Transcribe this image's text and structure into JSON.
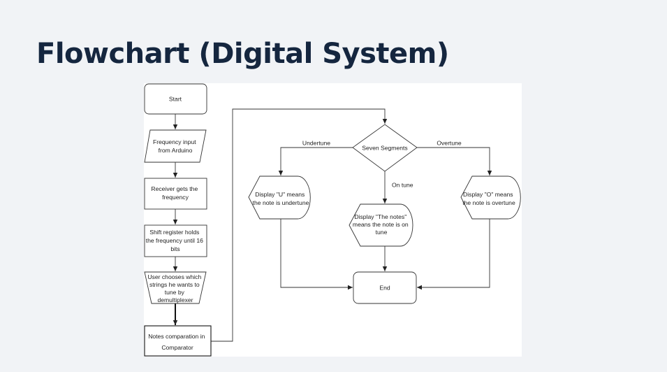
{
  "title": "Flowchart (Digital System)",
  "diagram": {
    "start": "Start",
    "freq_input": [
      "Frequency input",
      "from Arduino"
    ],
    "receiver": [
      "Receiver gets the",
      "frequency"
    ],
    "shift_register": [
      "Shift register holds",
      "the frequency until 16",
      "bits"
    ],
    "user_chooses": [
      "User chooses which",
      "strings he wants to",
      "tune by",
      "demultiplexer"
    ],
    "notes_comparation": [
      "Notes comparation in",
      "Comparator"
    ],
    "seven_segments": "Seven Segments",
    "undertune_label": "Undertune",
    "overtune_label": "Overtune",
    "ontune_label": "On tune",
    "display_u": [
      "Display \"U\" means",
      "the note is undertune"
    ],
    "display_notes": [
      "Display \"The notes\"",
      "means the note is on",
      "tune"
    ],
    "display_o": [
      "Display \"O\" means",
      "the note is overtune"
    ],
    "end": "End"
  }
}
